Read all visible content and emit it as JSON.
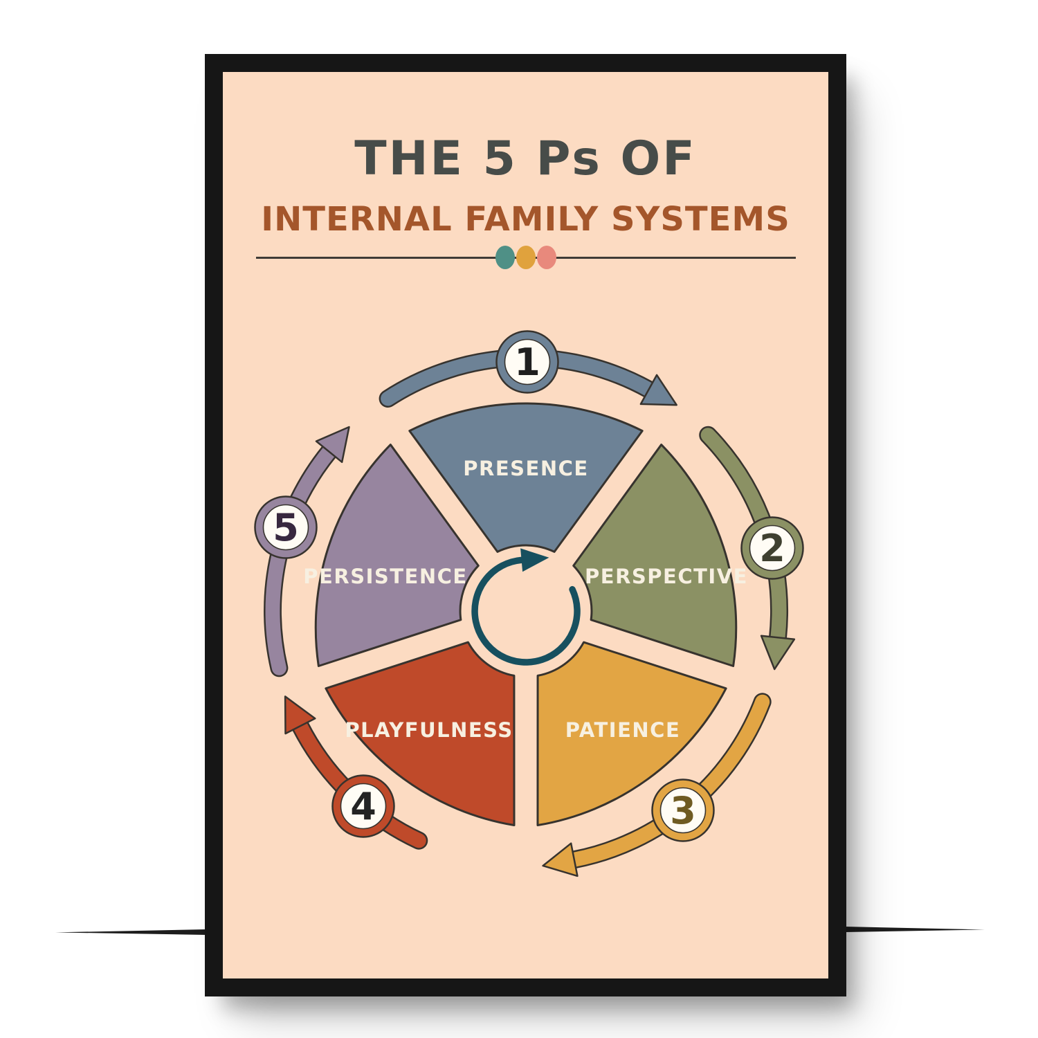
{
  "poster": {
    "title": "THE 5 Ps OF",
    "subtitle": "INTERNAL FAMILY SYSTEMS",
    "divider_dots": [
      {
        "name": "teal-dot",
        "color": "#4f9086"
      },
      {
        "name": "amber-dot",
        "color": "#e0a23d"
      },
      {
        "name": "coral-dot",
        "color": "#e8897c"
      }
    ],
    "colors": {
      "background": "#fcdbc2",
      "frame": "#161616",
      "title": "#474c49",
      "subtitle": "#a4562b",
      "divider_line": "#3f3b36",
      "outline": "#37332e",
      "label_text": "#f7f0e1",
      "circle_fill": "#fffcf5",
      "center_arrow": "#17505f"
    },
    "wheel": {
      "center_icon": "cycle-arrow-icon",
      "direction": "clockwise",
      "segments": [
        {
          "number": "1",
          "label": "PRESENCE",
          "color": "#6d8296",
          "number_color": "#1f1f1f"
        },
        {
          "number": "2",
          "label": "PERSPECTIVE",
          "color": "#8b9164",
          "number_color": "#3f4030"
        },
        {
          "number": "3",
          "label": "PATIENCE",
          "color": "#e2a544",
          "number_color": "#6f5b22"
        },
        {
          "number": "4",
          "label": "PLAYFULNESS",
          "color": "#bf4a2a",
          "number_color": "#232323"
        },
        {
          "number": "5",
          "label": "PERSISTENCE",
          "color": "#97859f",
          "number_color": "#38283f"
        }
      ]
    }
  }
}
